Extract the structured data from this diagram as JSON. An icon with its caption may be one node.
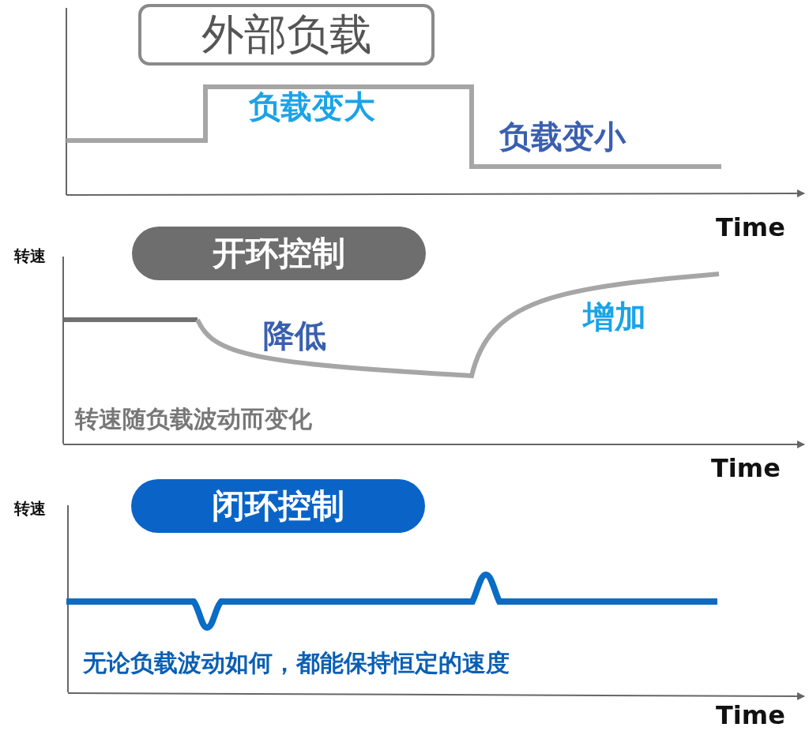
{
  "diagram": {
    "nodes": [
      {
        "text": [
          "外部负载"
        ]
      },
      {
        "text": [
          "开环控制"
        ]
      },
      {
        "text": [
          "闭环控制"
        ]
      }
    ],
    "labels": [
      "负载变大",
      "负载变小",
      "Time",
      "转速",
      "降低",
      "增加",
      "转速随负载波动而变化",
      "Time",
      "转速",
      "无论负载波动如何，都能保持恒定的速度",
      "Time"
    ]
  }
}
